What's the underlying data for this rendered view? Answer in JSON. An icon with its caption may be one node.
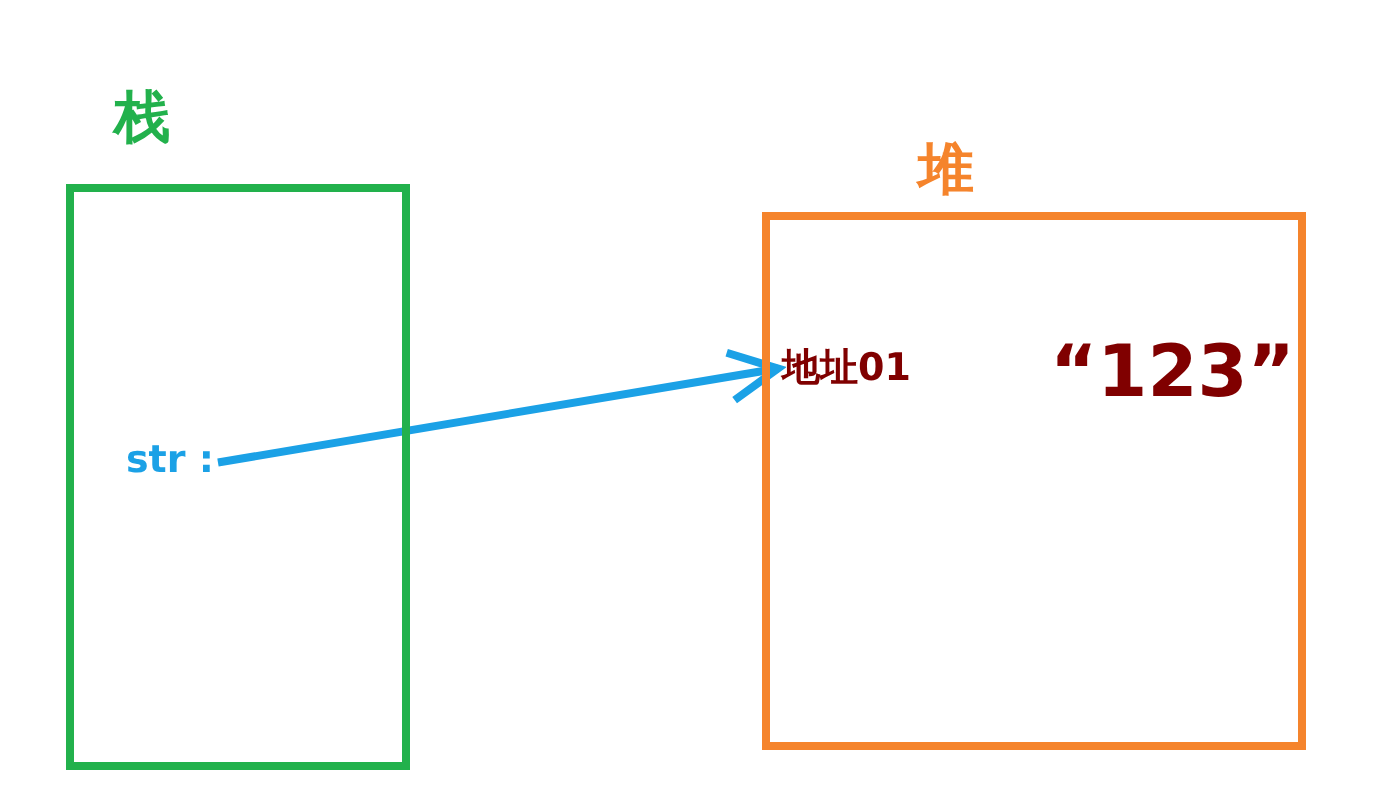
{
  "diagram": {
    "nodes": [
      {
        "text": [
          "栈"
        ]
      },
      {
        "text": [
          "str :"
        ],
        "in": 0
      },
      {
        "text": [
          "堆",
          "“123”"
        ]
      },
      {
        "text": [
          "地址01"
        ],
        "in": 2
      }
    ],
    "edges": [
      {
        "from": 1,
        "to": 3,
        "arrow": "to",
        "color": "#1ba1e6"
      }
    ]
  }
}
